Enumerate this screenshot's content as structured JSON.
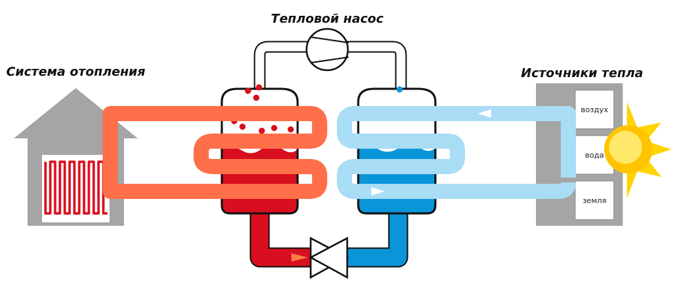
{
  "titles": {
    "heat_pump": "Тепловой насос",
    "heating_system": "Система отопления",
    "heat_sources": "Источники тепла"
  },
  "sources": {
    "air": "воздух",
    "water": "вода",
    "ground": "земля"
  },
  "colors": {
    "hot_loop": "#ff6f4a",
    "hot_liquid": "#d80f1e",
    "cold_loop": "#a9dcf5",
    "cold_liquid": "#0b95d9",
    "building": "#a5a5a5",
    "sun": "#ffd400"
  }
}
